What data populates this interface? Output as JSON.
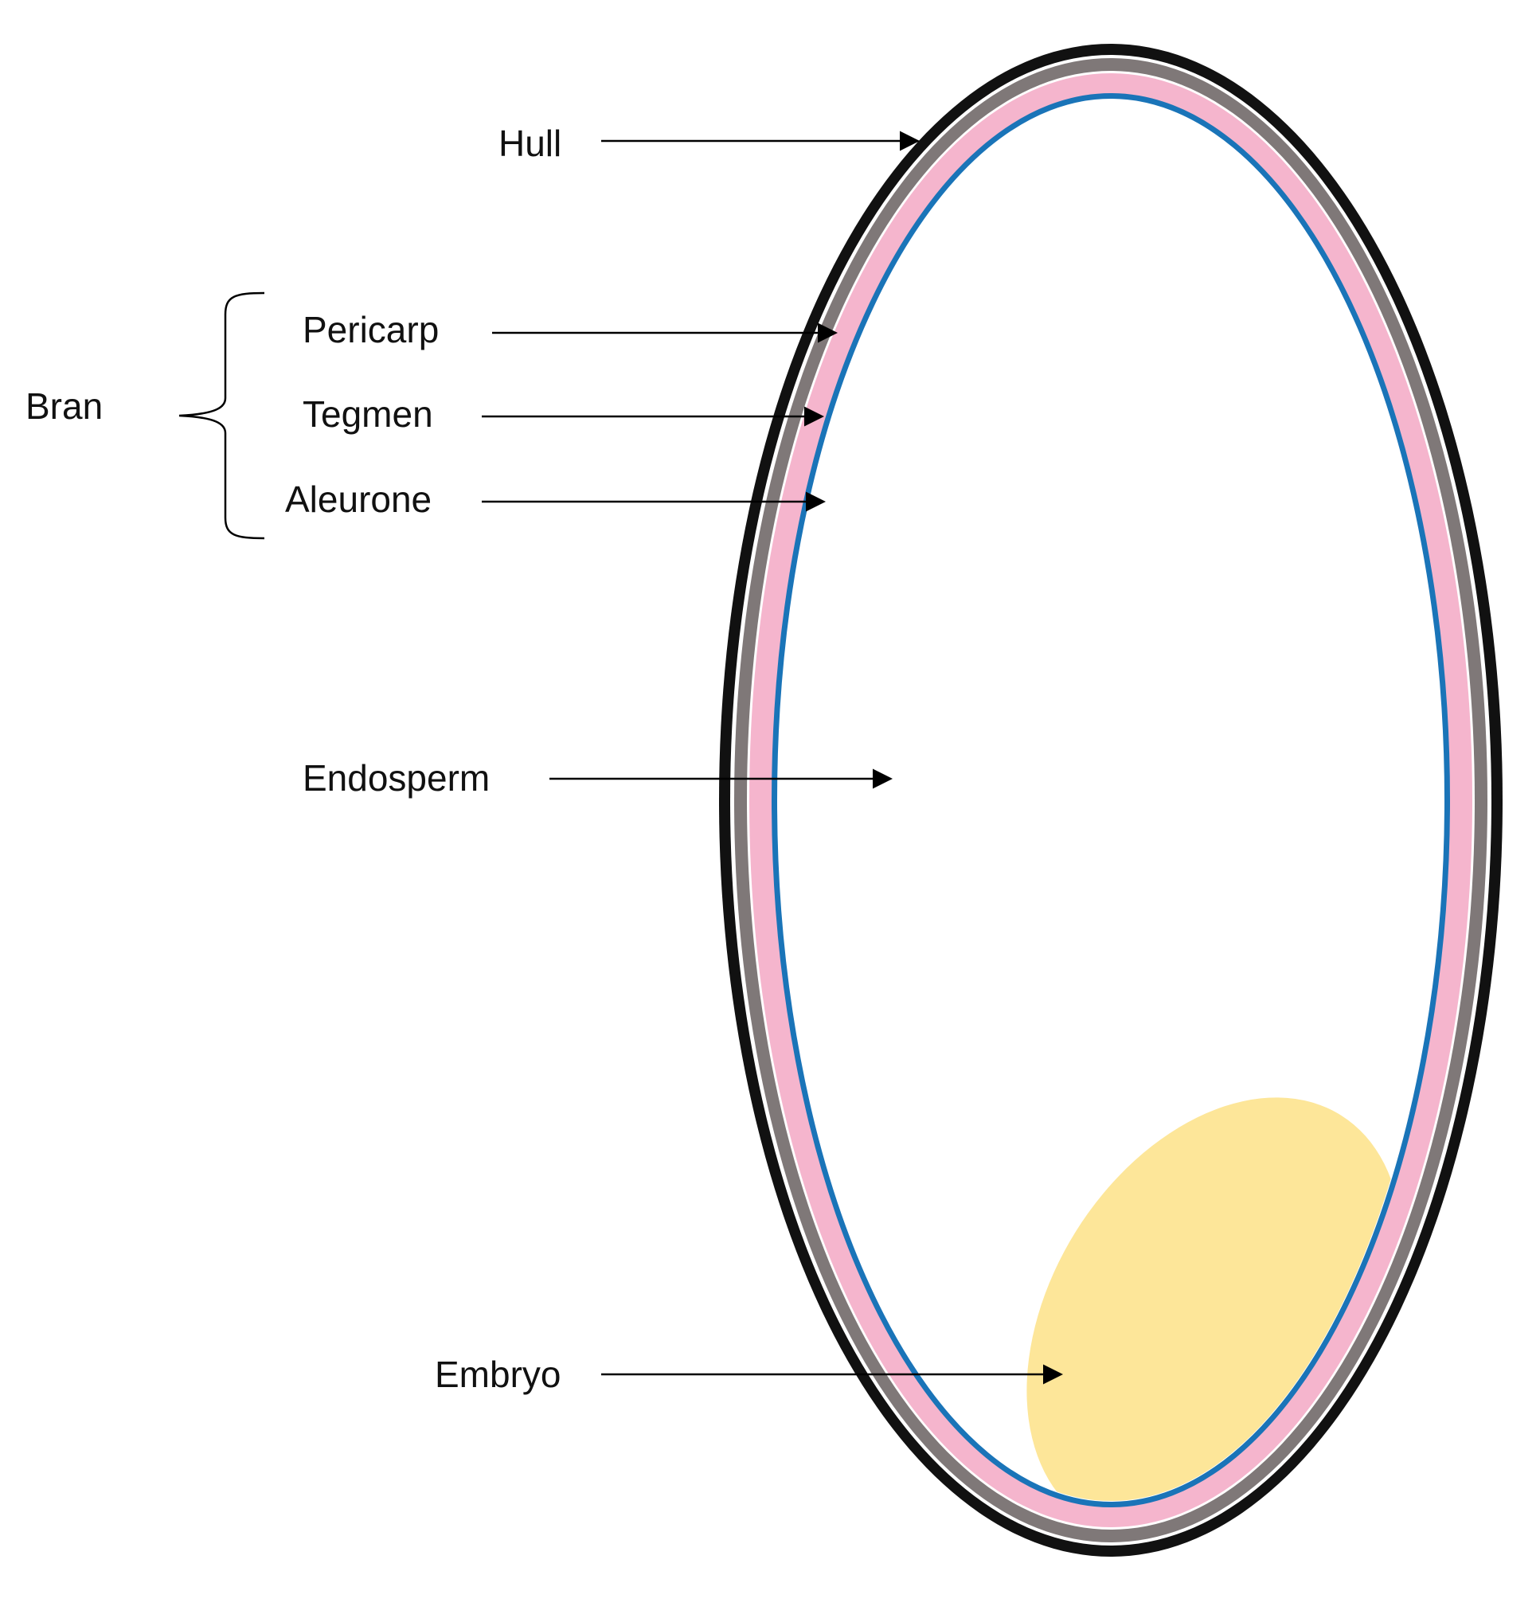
{
  "labels": {
    "hull": "Hull",
    "bran": "Bran",
    "pericarp": "Pericarp",
    "tegmen": "Tegmen",
    "aleurone": "Aleurone",
    "endosperm": "Endosperm",
    "embryo": "Embryo"
  },
  "colors": {
    "hull": "#111111",
    "pericarp": "#7f7878",
    "tegmen": "#f5b5cd",
    "aleurone": "#1a74b8",
    "endosperm": "#ffffff",
    "embryo": "#fde699",
    "arrow": "#000000"
  }
}
